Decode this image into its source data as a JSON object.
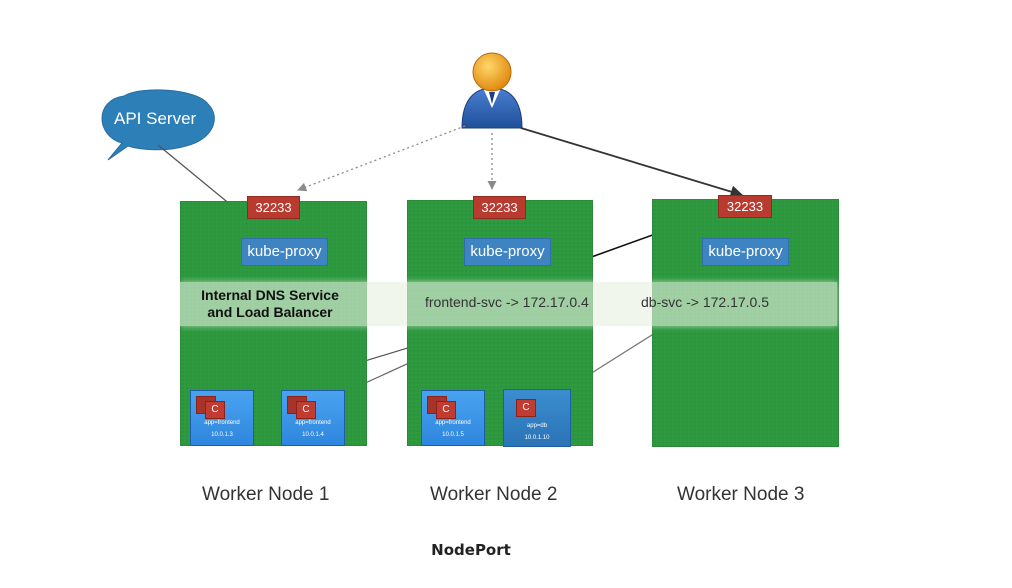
{
  "api_server": {
    "label": "API Server"
  },
  "nodes": [
    {
      "port": "32233",
      "proxy": "kube-proxy",
      "label": "Worker Node 1",
      "pods": [
        {
          "c": "C",
          "app": "app=frontend",
          "ip": "10.0.1.3"
        },
        {
          "c": "C",
          "app": "app=frontend",
          "ip": "10.0.1.4"
        }
      ]
    },
    {
      "port": "32233",
      "proxy": "kube-proxy",
      "label": "Worker Node 2",
      "pods": [
        {
          "c": "C",
          "app": "app=frontend",
          "ip": "10.0.1.5"
        },
        {
          "c": "C",
          "app": "app=db",
          "ip": "10.0.1.10"
        }
      ]
    },
    {
      "port": "32233",
      "proxy": "kube-proxy",
      "label": "Worker Node 3",
      "pods": []
    }
  ],
  "dns_service": {
    "label": "Internal DNS Service\nand Load Balancer"
  },
  "services": [
    "frontend-svc -> 172.17.0.4",
    "db-svc -> 172.17.0.5"
  ],
  "caption": "NodePort",
  "colors": {
    "node_green": "#2e9a3f",
    "port_red": "#b93a2e",
    "proxy_blue": "#3f84c2",
    "pod_blue": "#2f86de",
    "container_red": "#c23b30",
    "cloud_blue": "#2d7fb8",
    "user_orange": "#f0a020"
  },
  "icons": [
    "user-icon",
    "api-server-cloud-icon",
    "container-icon"
  ]
}
